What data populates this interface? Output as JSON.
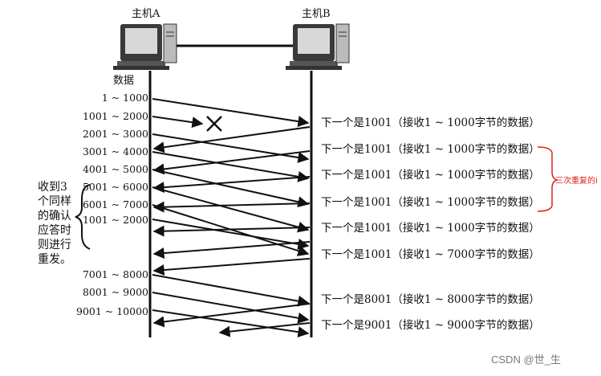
{
  "hosts": {
    "a": "主机A",
    "b": "主机B"
  },
  "data_label": "数据",
  "segments": [
    "1 ~ 1000",
    "1001 ~ 2000",
    "2001 ~ 3000",
    "3001 ~ 4000",
    "4001 ~ 5000",
    "5001 ~ 6000",
    "6001 ~ 7000",
    "1001 ~ 2000",
    "7001 ~ 8000",
    "8001 ~ 9000",
    "9001 ~ 10000"
  ],
  "acks": [
    "下一个是1001（接收1 ~ 1000字节的数据）",
    "下一个是1001（接收1 ~ 1000字节的数据）",
    "下一个是1001（接收1 ~ 1000字节的数据）",
    "下一个是1001（接收1 ~ 1000字节的数据）",
    "下一个是1001（接收1 ~ 1000字节的数据）",
    "下一个是1001（接收1 ~ 7000字节的数据）",
    "下一个是8001（接收1 ~ 8000字节的数据）",
    "下一个是9001（接收1 ~ 9000字节的数据）"
  ],
  "retransmit_note": "收到3个同样的确认应答时则进行重发。",
  "annotation": "三次重复的i",
  "watermark": "CSDN @世_生",
  "colors": {
    "line": "#111111",
    "annotation": "#e0201b",
    "monitor": "#3a3a3a",
    "screen": "#d8d8d8"
  }
}
